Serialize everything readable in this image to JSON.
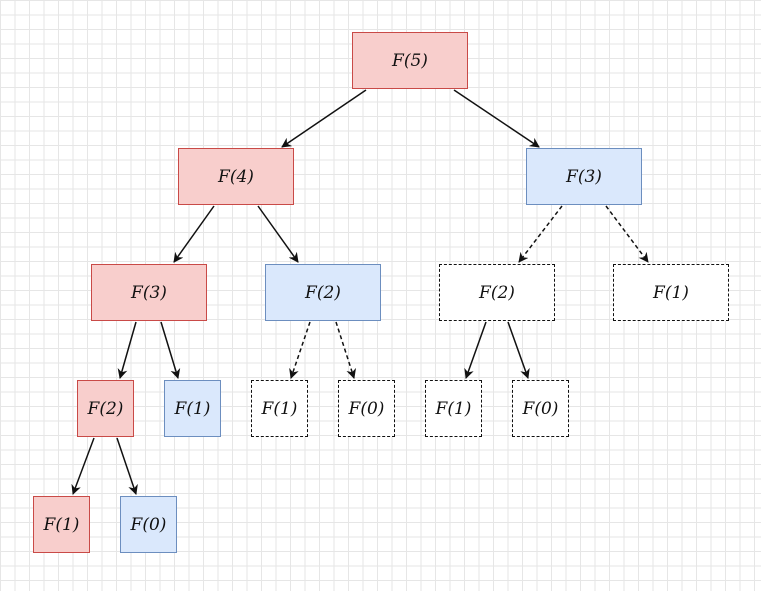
{
  "diagram": {
    "nodes": [
      {
        "id": "f5",
        "label": "F(5)",
        "state": "computed"
      },
      {
        "id": "f4",
        "label": "F(4)",
        "state": "computed"
      },
      {
        "id": "f3r",
        "label": "F(3)",
        "state": "base"
      },
      {
        "id": "f3l",
        "label": "F(3)",
        "state": "computed"
      },
      {
        "id": "f2a",
        "label": "F(2)",
        "state": "base"
      },
      {
        "id": "f2b",
        "label": "F(2)",
        "state": "pruned"
      },
      {
        "id": "f1a",
        "label": "F(1)",
        "state": "pruned"
      },
      {
        "id": "f2c",
        "label": "F(2)",
        "state": "computed"
      },
      {
        "id": "f1b",
        "label": "F(1)",
        "state": "base"
      },
      {
        "id": "f1c",
        "label": "F(1)",
        "state": "pruned"
      },
      {
        "id": "f0a",
        "label": "F(0)",
        "state": "pruned"
      },
      {
        "id": "f1d",
        "label": "F(1)",
        "state": "pruned"
      },
      {
        "id": "f0b",
        "label": "F(0)",
        "state": "pruned"
      },
      {
        "id": "f1e",
        "label": "F(1)",
        "state": "computed"
      },
      {
        "id": "f0c",
        "label": "F(0)",
        "state": "base"
      }
    ],
    "edges": [
      {
        "from": "f5",
        "to": "f4",
        "style": "solid"
      },
      {
        "from": "f5",
        "to": "f3r",
        "style": "solid"
      },
      {
        "from": "f4",
        "to": "f3l",
        "style": "solid"
      },
      {
        "from": "f4",
        "to": "f2a",
        "style": "solid"
      },
      {
        "from": "f3r",
        "to": "f2b",
        "style": "dashed"
      },
      {
        "from": "f3r",
        "to": "f1a",
        "style": "dashed"
      },
      {
        "from": "f3l",
        "to": "f2c",
        "style": "solid"
      },
      {
        "from": "f3l",
        "to": "f1b",
        "style": "solid"
      },
      {
        "from": "f2a",
        "to": "f1c",
        "style": "dashed"
      },
      {
        "from": "f2a",
        "to": "f0a",
        "style": "dashed"
      },
      {
        "from": "f2b",
        "to": "f1d",
        "style": "solid"
      },
      {
        "from": "f2b",
        "to": "f0b",
        "style": "solid"
      },
      {
        "from": "f2c",
        "to": "f1e",
        "style": "solid"
      },
      {
        "from": "f2c",
        "to": "f0c",
        "style": "solid"
      }
    ]
  },
  "colors": {
    "computed_fill": "#f8cecc",
    "computed_border": "#c94a47",
    "base_fill": "#dae8fc",
    "base_border": "#6c8ebf",
    "pruned_border": "#111111",
    "edge": "#111111",
    "grid": "#e6e6e6"
  }
}
